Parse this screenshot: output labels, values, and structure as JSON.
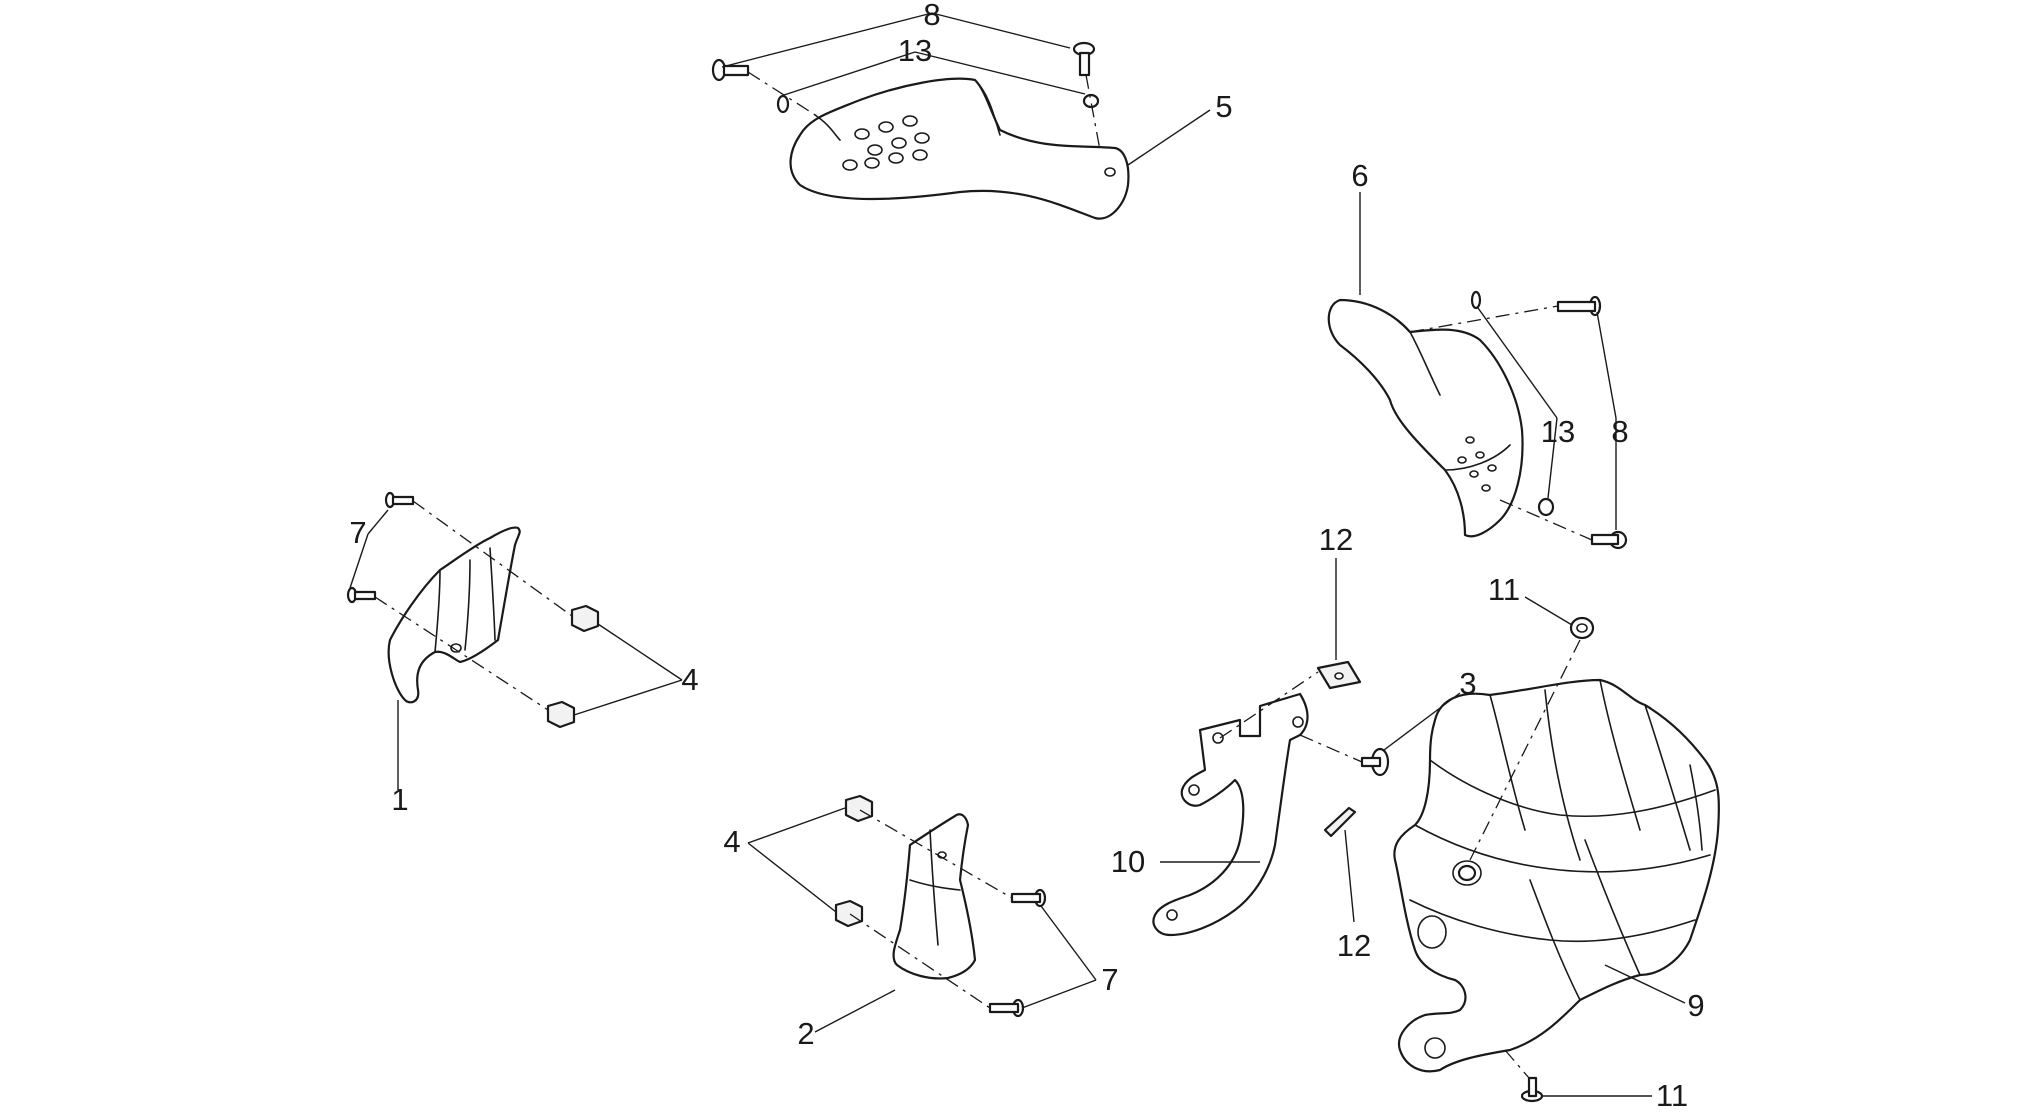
{
  "callouts": {
    "c1": "1",
    "c2": "2",
    "c3": "3",
    "c4_left": "4",
    "c4_bottom": "4",
    "c5": "5",
    "c6": "6",
    "c7_left": "7",
    "c7_bottom": "7",
    "c8_top": "8",
    "c8_right": "8",
    "c9": "9",
    "c10": "10",
    "c11_top": "11",
    "c11_bottom": "11",
    "c12_top": "12",
    "c12_bottom": "12",
    "c13_top": "13",
    "c13_right": "13"
  },
  "colors": {
    "line": "#1a1a1a",
    "background": "#ffffff"
  }
}
